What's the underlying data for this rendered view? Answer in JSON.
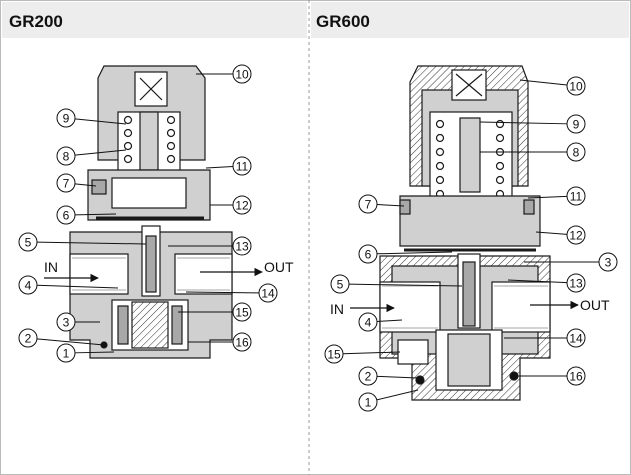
{
  "colors": {
    "header": "#ededed",
    "body": "#d0d0d0",
    "body_dark": "#a8a8a8",
    "outline": "#1a1a1a",
    "divider": "#9a9a9a"
  },
  "gr200": {
    "title": "GR200",
    "in_label": "IN",
    "out_label": "OUT",
    "callouts": [
      "10",
      "9",
      "8",
      "7",
      "6",
      "5",
      "4",
      "3",
      "2",
      "1",
      "11",
      "12",
      "13",
      "14",
      "15",
      "16"
    ]
  },
  "gr600": {
    "title": "GR600",
    "in_label": "IN",
    "out_label": "OUT",
    "callouts": [
      "10",
      "9",
      "8",
      "7",
      "11",
      "12",
      "6",
      "3",
      "5",
      "13",
      "4",
      "14",
      "15",
      "2",
      "16",
      "1"
    ]
  }
}
